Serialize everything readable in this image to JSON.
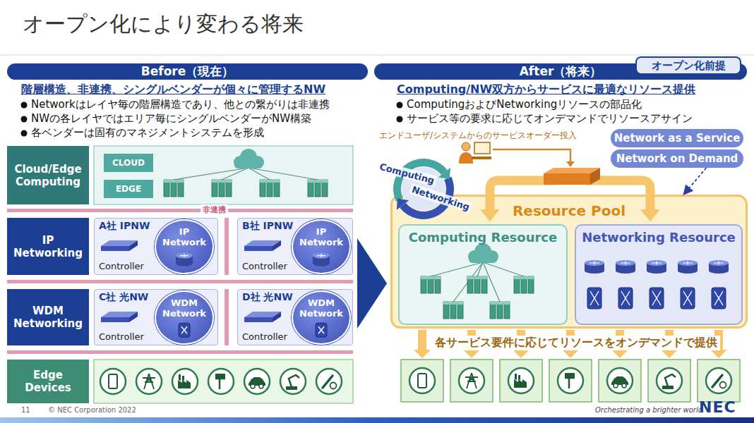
{
  "diagram": {
    "title": "オープン化により変わる将来",
    "nodes": [
      {
        "text": [
          "Before（現在）"
        ]
      },
      {
        "text": [
          "After（将来）"
        ]
      },
      {
        "text": [
          "オープン化前提"
        ]
      },
      {
        "text": [
          "Cloud/Edge Computing"
        ]
      },
      {
        "text": [
          "CLOUD"
        ]
      },
      {
        "text": [
          "EDGE"
        ]
      },
      {
        "text": [
          "IP Networking"
        ]
      },
      {
        "text": [
          "A社 IPNW",
          "Controller"
        ]
      },
      {
        "text": [
          "IP Network"
        ],
        "in": 7
      },
      {
        "text": [
          "B社 IPNW",
          "Controller"
        ]
      },
      {
        "text": [
          "IP Network"
        ],
        "in": 9
      },
      {
        "text": [
          "WDM Networking"
        ]
      },
      {
        "text": [
          "C社 光NW",
          "Controller"
        ]
      },
      {
        "text": [
          "WDM Network"
        ],
        "in": 12
      },
      {
        "text": [
          "D社 光NW",
          "Controller"
        ]
      },
      {
        "text": [
          "WDM Network"
        ],
        "in": 14
      },
      {
        "text": [
          "Edge Devices"
        ]
      },
      {
        "text": [
          "Network as a Service"
        ]
      },
      {
        "text": [
          "Network on Demand"
        ]
      },
      {
        "text": [
          "Resource Pool"
        ]
      },
      {
        "text": [
          "Computing Resource"
        ],
        "in": 19
      },
      {
        "text": [
          "Networking Resource"
        ],
        "in": 19
      }
    ],
    "edges": [
      {
        "from": 18,
        "to": 19,
        "arrow": "to"
      }
    ],
    "labels": [
      "階層構造、非連携、シングルベンダーが個々に管理するNW",
      "Networkはレイヤ毎の階層構造であり、他との繋がりは非連携",
      "NWの各レイヤではエリア毎にシングルベンダーがNW構築",
      "各ベンダーは固有のマネジメントシステムを形成",
      "Computing/NW双方からサービスに最適なリソース提供",
      "ComputingおよびNetworkingリソースの部品化",
      "サービス等の要求に応じてオンデマンドでリソースアサイン",
      "エンドユーザ/システムからのサービスオーダー投入",
      "Computing",
      "Networking",
      "非連携",
      "各サービス要件に応じてリソースをオンデマンドで提供",
      "11",
      "© NEC Corporation 2022",
      "Orchestrating a brighter world",
      "NEC"
    ]
  }
}
